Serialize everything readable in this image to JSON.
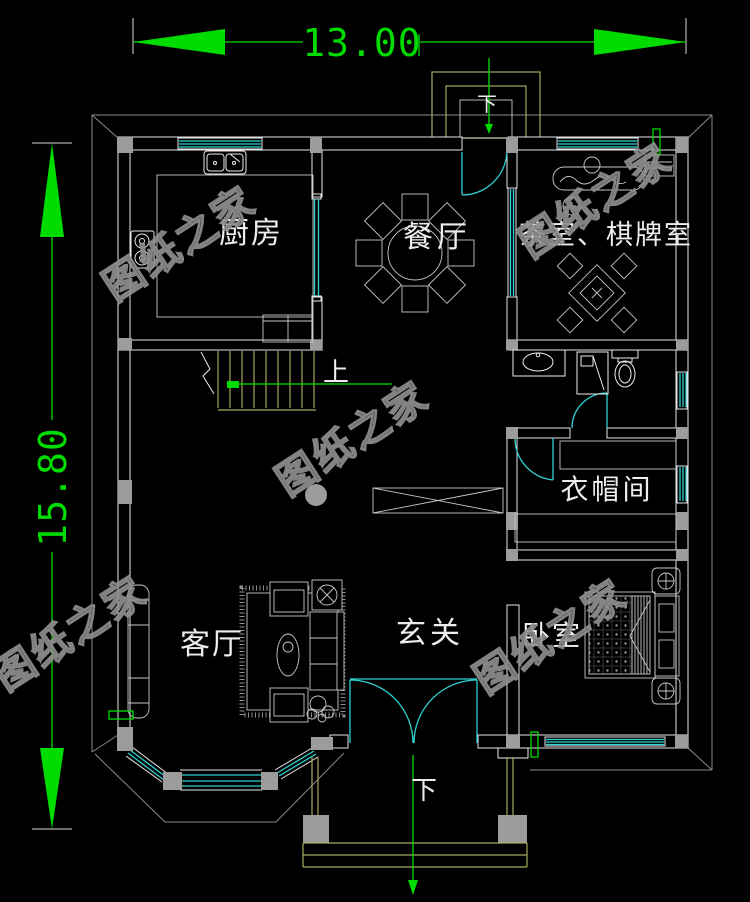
{
  "drawing": {
    "dimensions": {
      "width": "13.00",
      "height": "15.80"
    },
    "rooms": {
      "kitchen": "厨房",
      "dining": "餐厅",
      "tea_room": "茶室、棋牌室",
      "cloakroom": "衣帽间",
      "living": "客厅",
      "hall": "玄关",
      "bedroom": "卧室"
    },
    "stairs": {
      "up": "上"
    },
    "entrances": {
      "top_down": "下",
      "bottom_down": "下"
    },
    "watermark": "图纸之家",
    "colors": {
      "background": "#000000",
      "wall": "#e6e6e6",
      "window": "#2fd3d3",
      "dimension": "#00dc00",
      "stairs": "#a8a85c",
      "column": "#9c9c9c",
      "contour": "#8a8a8a",
      "furniture": "#c8c8c8",
      "label": "#ededed",
      "watermark": "#8f8f8f"
    }
  }
}
